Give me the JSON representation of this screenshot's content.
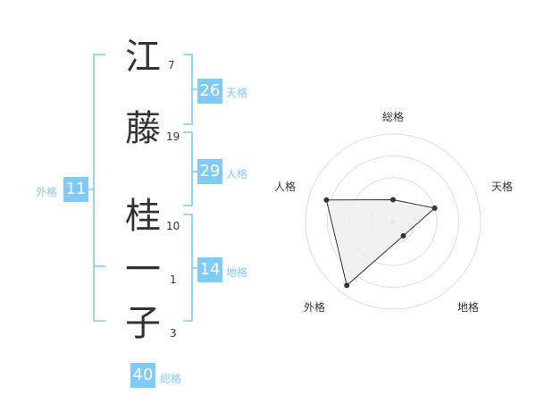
{
  "name": {
    "chars": [
      {
        "char": "江",
        "strokes": "7"
      },
      {
        "char": "藤",
        "strokes": "19"
      },
      {
        "char": "桂",
        "strokes": "10"
      },
      {
        "char": "一",
        "strokes": "1"
      },
      {
        "char": "子",
        "strokes": "3"
      }
    ]
  },
  "fortunes": {
    "tenkaku": {
      "label": "天格",
      "value": "26"
    },
    "jinkaku": {
      "label": "人格",
      "value": "29"
    },
    "chikaku": {
      "label": "地格",
      "value": "14"
    },
    "gaikaku": {
      "label": "外格",
      "value": "11"
    },
    "soukaku": {
      "label": "総格",
      "value": "40"
    }
  },
  "colors": {
    "accent": "#7fcbf7",
    "text": "#333333",
    "grid": "#dddddd",
    "fill": "#eeeeee"
  },
  "chart_data": {
    "type": "radar",
    "axes": [
      "総格",
      "天格",
      "地格",
      "外格",
      "人格"
    ],
    "values": [
      0.25,
      0.5,
      0.2,
      0.9,
      0.8
    ],
    "rings": 4
  }
}
